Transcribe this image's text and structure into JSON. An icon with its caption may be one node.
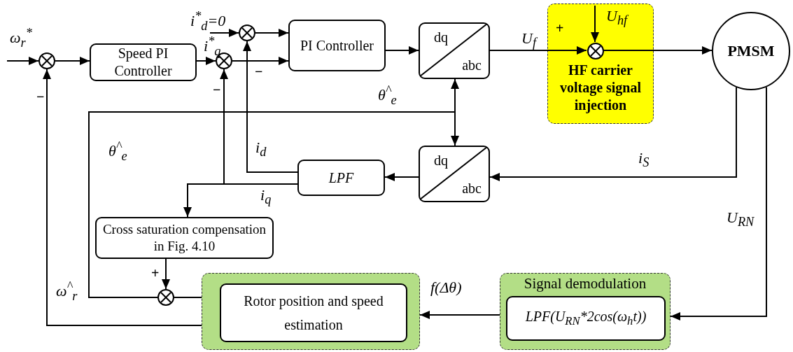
{
  "diagram": {
    "nodes": [
      {
        "text": [],
        "shape": "circle"
      },
      {
        "text": [
          "Speed PI Controller"
        ]
      },
      {
        "text": [],
        "shape": "circle"
      },
      {
        "text": [],
        "shape": "circle"
      },
      {
        "text": [
          "PI Controller"
        ]
      },
      {
        "text": [
          "dq",
          "abc"
        ]
      },
      {
        "text": [
          "HF carrier voltage signal injection"
        ]
      },
      {
        "text": [],
        "shape": "circle",
        "in": 6
      },
      {
        "text": [
          "PMSM"
        ]
      },
      {
        "text": [
          "dq",
          "abc"
        ]
      },
      {
        "text": [
          "LPF"
        ]
      },
      {
        "text": [
          "Cross saturation compensation in Fig. 4.10"
        ]
      },
      {
        "text": [],
        "shape": "circle"
      },
      {
        "text": [],
        "shape": "box"
      },
      {
        "text": [
          "Rotor position and speed estimation"
        ],
        "in": 13
      },
      {
        "text": [
          "Signal demodulation"
        ]
      },
      {
        "text": [
          "LPF(U$_{RN}$*2cos(ω$_{h}$t))"
        ],
        "in": 15
      }
    ],
    "edges": [
      {
        "from": null,
        "to": 0,
        "arrow": "to",
        "label": "ω$_{r}$$^{*}$"
      },
      {
        "from": 0,
        "to": 1,
        "arrow": "to"
      },
      {
        "from": 1,
        "to": 2,
        "arrow": "to",
        "label": "i$^{*}$$_{q}$"
      },
      {
        "from": null,
        "to": 3,
        "arrow": "to",
        "label": "i$^{*}$$_{d}$=0"
      },
      {
        "from": 3,
        "to": 4,
        "arrow": "to"
      },
      {
        "from": 2,
        "to": 4,
        "arrow": "to"
      },
      {
        "from": 4,
        "to": 5,
        "arrow": "to"
      },
      {
        "from": 5,
        "to": 7,
        "arrow": "to",
        "label": "U$_{f}$"
      },
      {
        "from": null,
        "to": 7,
        "arrow": "to",
        "label": "U$_{hf}$"
      },
      {
        "from": 7,
        "to": 8,
        "arrow": "to"
      },
      {
        "from": 8,
        "to": 9,
        "arrow": "to",
        "label": "i$_{S}$"
      },
      {
        "from": 9,
        "to": 10,
        "arrow": "to"
      },
      {
        "from": 10,
        "to": 3,
        "arrow": "to",
        "label": "i$_{d}$"
      },
      {
        "from": 10,
        "to": 2,
        "arrow": "to"
      },
      {
        "from": 10,
        "to": 11,
        "arrow": "to",
        "label": "i$_{q}$"
      },
      {
        "from": 8,
        "to": 15,
        "arrow": "to",
        "label": "U$_{RN}$"
      },
      {
        "from": 15,
        "to": 13,
        "arrow": "to",
        "label": "f(Δθ)"
      },
      {
        "from": 11,
        "to": 12,
        "arrow": "to"
      },
      {
        "from": 13,
        "to": 12,
        "arrow": "none"
      },
      {
        "from": 12,
        "to": 5,
        "arrow": "to",
        "label": "θ$^{^}$$_{e}$"
      },
      {
        "from": 12,
        "to": 9,
        "arrow": "to",
        "label": "θ$^{^}$$_{e}$"
      },
      {
        "from": 13,
        "to": 0,
        "arrow": "to",
        "label": "ω$^{^}$$_{r}$"
      }
    ],
    "labels": [
      "−",
      "−",
      "−",
      "+",
      "+"
    ]
  }
}
